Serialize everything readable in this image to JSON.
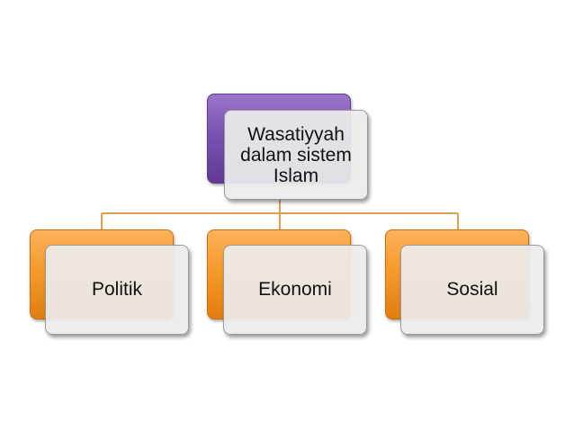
{
  "diagram": {
    "type": "hierarchy",
    "colors": {
      "root_accent": "#7b52b2",
      "child_accent": "#f79a2c",
      "connector": "#e0a050",
      "box_fill": "#ececec"
    },
    "root": {
      "lines": [
        "Wasatiyyah",
        "dalam sistem",
        "Islam"
      ]
    },
    "children": [
      {
        "label": "Politik"
      },
      {
        "label": "Ekonomi"
      },
      {
        "label": "Sosial"
      }
    ]
  }
}
